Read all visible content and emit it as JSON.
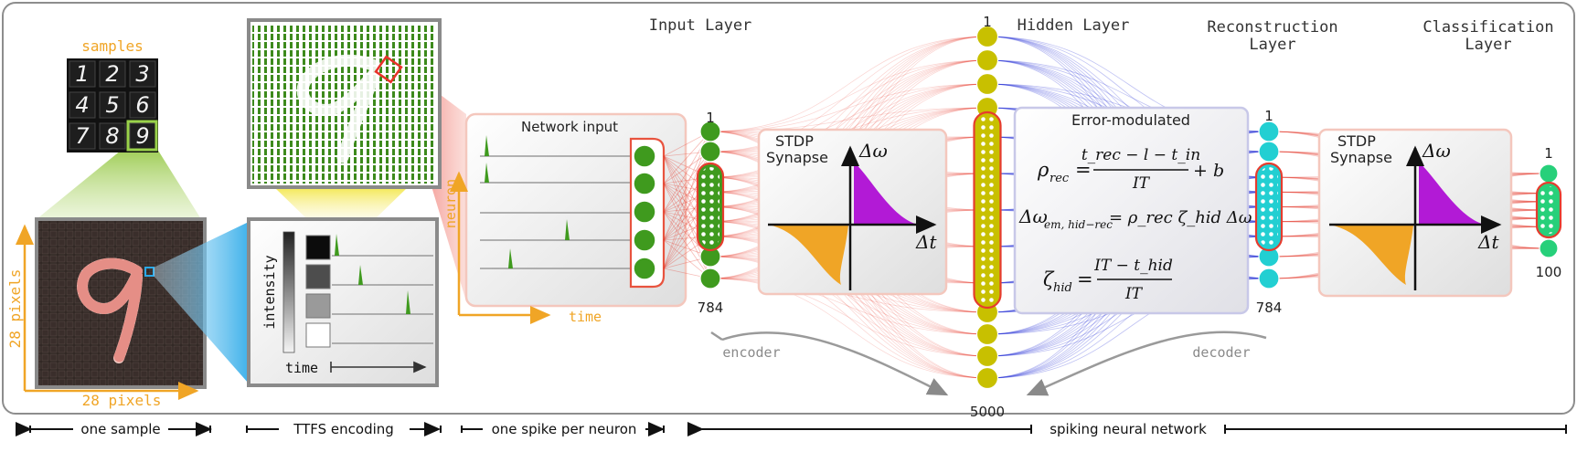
{
  "colors": {
    "orange": "#f0a526",
    "green": "#3f9a1e",
    "olive": "#c8c000",
    "cyan": "#22cfd2",
    "mint": "#27d07a",
    "red": "#e63c2e",
    "blue": "#2a36d6",
    "purple": "#b21ad6",
    "frame": "#7a7a7a"
  },
  "labels": {
    "samples": "samples",
    "pixels_v": "28 pixels",
    "pixels_h": "28 pixels",
    "intensity": "intensity",
    "time_enc": "time",
    "network_input": "Network input",
    "neuron": "neuron",
    "time_net": "time",
    "input_layer": "Input Layer",
    "hidden_layer": "Hidden Layer",
    "reconstruction_layer_1": "Reconstruction",
    "reconstruction_layer_2": "Layer",
    "classification_layer_1": "Classification",
    "classification_layer_2": "Layer",
    "input_top": "1",
    "input_bottom": "784",
    "hidden_top": "1",
    "hidden_bottom": "5000",
    "recon_top": "1",
    "recon_bottom": "784",
    "class_top": "1",
    "class_bottom": "100",
    "stdp_1a": "STDP",
    "stdp_1b": "Synapse",
    "stdp_2a": "STDP",
    "stdp_2b": "Synapse",
    "delta_omega": "Δω",
    "delta_t": "Δt",
    "error_modulated": "Error-modulated",
    "encoder": "encoder",
    "decoder": "decoder"
  },
  "digits": [
    "1",
    "2",
    "3",
    "4",
    "5",
    "6",
    "7",
    "8",
    "9"
  ],
  "equations": {
    "rho_lhs": "ρ",
    "rho_lhs_sub": "rec",
    "rho_num": "t_rec − l − t_in",
    "rho_den": "IT",
    "rho_tail": "+ b",
    "dw_lhs": "Δω",
    "dw_lhs_sub": "em, hid−rec",
    "dw_rhs": "= ρ_rec ζ_hid Δω",
    "zeta_lhs": "ζ",
    "zeta_lhs_sub": "hid",
    "zeta_num": "IT − t_hid",
    "zeta_den": "IT"
  },
  "bottom_labels": {
    "one_sample": "one sample",
    "ttfs": "TTFS encoding",
    "one_spike": "one spike per neuron",
    "snn": "spiking neural network"
  }
}
